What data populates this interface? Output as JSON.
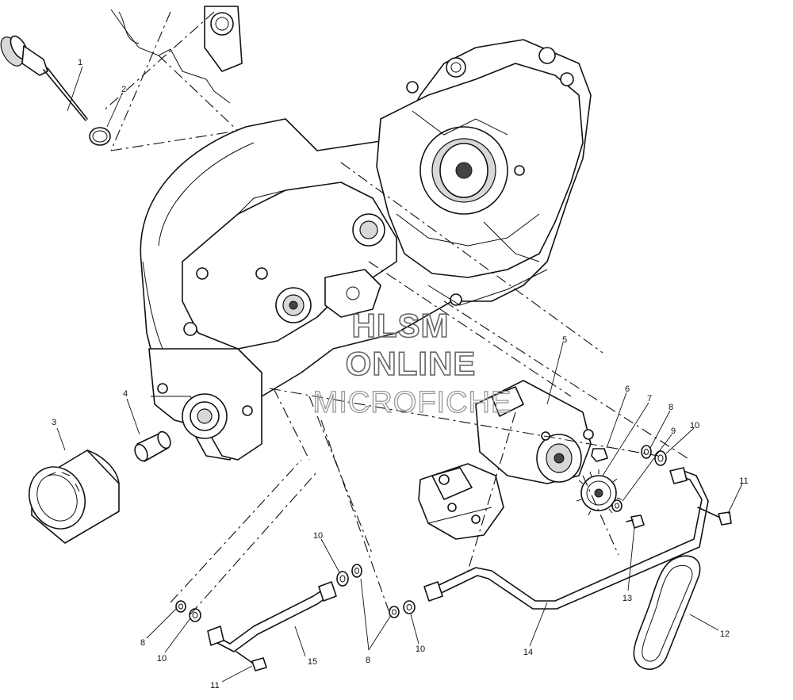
{
  "watermark": {
    "line1": "HLSM",
    "line2": "ONLINE",
    "line3": "MICROFICHE"
  },
  "callouts": {
    "c1": "1",
    "c2": "2",
    "c3": "3",
    "c4": "4",
    "c5": "5",
    "c6": "6",
    "c7": "7",
    "c8a": "8",
    "c9": "9",
    "c10a": "10",
    "c11a": "11",
    "c12": "12",
    "c13": "13",
    "c14": "14",
    "c8b": "8",
    "c10b": "10",
    "c11b": "11",
    "c15": "15",
    "c10c": "10",
    "c8c": "8",
    "c10d": "10"
  }
}
